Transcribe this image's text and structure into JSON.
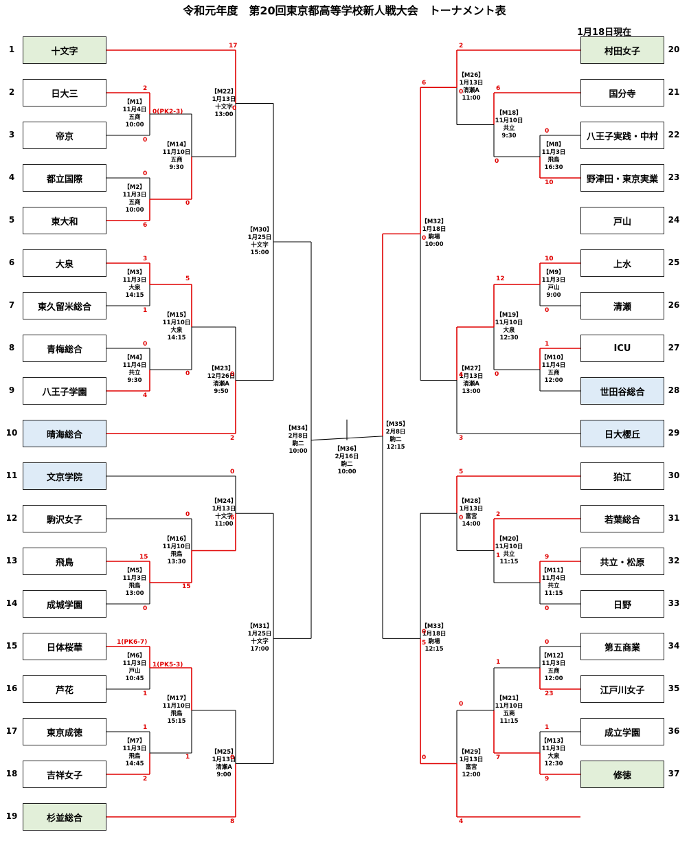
{
  "title": "令和元年度　第20回東京都高等学校新人戦大会　トーナメント表",
  "as_of": "1月18日現在",
  "left_teams": [
    {
      "no": "1",
      "name": "十文字",
      "color": "green"
    },
    {
      "no": "2",
      "name": "日大三",
      "color": ""
    },
    {
      "no": "3",
      "name": "帝京",
      "color": ""
    },
    {
      "no": "4",
      "name": "都立国際",
      "color": ""
    },
    {
      "no": "5",
      "name": "東大和",
      "color": ""
    },
    {
      "no": "6",
      "name": "大泉",
      "color": ""
    },
    {
      "no": "7",
      "name": "東久留米総合",
      "color": ""
    },
    {
      "no": "8",
      "name": "青梅総合",
      "color": ""
    },
    {
      "no": "9",
      "name": "八王子学園",
      "color": ""
    },
    {
      "no": "10",
      "name": "晴海総合",
      "color": "blue"
    },
    {
      "no": "11",
      "name": "文京学院",
      "color": "blue"
    },
    {
      "no": "12",
      "name": "駒沢女子",
      "color": ""
    },
    {
      "no": "13",
      "name": "飛鳥",
      "color": ""
    },
    {
      "no": "14",
      "name": "成城学園",
      "color": ""
    },
    {
      "no": "15",
      "name": "日体桜華",
      "color": ""
    },
    {
      "no": "16",
      "name": "芦花",
      "color": ""
    },
    {
      "no": "17",
      "name": "東京成徳",
      "color": ""
    },
    {
      "no": "18",
      "name": "吉祥女子",
      "color": ""
    },
    {
      "no": "19",
      "name": "杉並総合",
      "color": "green"
    }
  ],
  "right_teams": [
    {
      "no": "20",
      "name": "村田女子",
      "color": "green"
    },
    {
      "no": "21",
      "name": "国分寺",
      "color": ""
    },
    {
      "no": "22",
      "name": "八王子実践・中村",
      "color": ""
    },
    {
      "no": "23",
      "name": "野津田・東京実業",
      "color": ""
    },
    {
      "no": "24",
      "name": "戸山",
      "color": ""
    },
    {
      "no": "25",
      "name": "上水",
      "color": ""
    },
    {
      "no": "26",
      "name": "清瀬",
      "color": ""
    },
    {
      "no": "27",
      "name": "ICU",
      "color": ""
    },
    {
      "no": "28",
      "name": "世田谷総合",
      "color": "blue"
    },
    {
      "no": "29",
      "name": "日大櫻丘",
      "color": "blue"
    },
    {
      "no": "30",
      "name": "狛江",
      "color": ""
    },
    {
      "no": "31",
      "name": "若葉総合",
      "color": ""
    },
    {
      "no": "32",
      "name": "共立・松原",
      "color": ""
    },
    {
      "no": "33",
      "name": "日野",
      "color": ""
    },
    {
      "no": "34",
      "name": "第五商業",
      "color": ""
    },
    {
      "no": "35",
      "name": "江戸川女子",
      "color": ""
    },
    {
      "no": "36",
      "name": "成立学園",
      "color": ""
    },
    {
      "no": "37",
      "name": "修徳",
      "color": "green"
    }
  ],
  "matches": [
    {
      "id": "M1",
      "info": "【M1】\n11月4日\n五商\n10:00"
    },
    {
      "id": "M2",
      "info": "【M2】\n11月3日\n五商\n10:00"
    },
    {
      "id": "M3",
      "info": "【M3】\n11月3日\n大泉\n14:15"
    },
    {
      "id": "M4",
      "info": "【M4】\n11月4日\n共立\n9:30"
    },
    {
      "id": "M5",
      "info": "【M5】\n11月3日\n飛鳥\n13:00"
    },
    {
      "id": "M6",
      "info": "【M6】\n11月3日\n戸山\n10:45"
    },
    {
      "id": "M7",
      "info": "【M7】\n11月3日\n飛鳥\n14:45"
    },
    {
      "id": "M14",
      "info": "【M14】\n11月10日\n五商\n9:30"
    },
    {
      "id": "M15",
      "info": "【M15】\n11月10日\n大泉\n14:15"
    },
    {
      "id": "M16",
      "info": "【M16】\n11月10日\n飛鳥\n13:30"
    },
    {
      "id": "M17",
      "info": "【M17】\n11月10日\n飛鳥\n15:15"
    },
    {
      "id": "M22",
      "info": "【M22】\n1月13日\n十文字\n13:00"
    },
    {
      "id": "M23",
      "info": "【M23】\n12月26日\n清瀬A\n9:50"
    },
    {
      "id": "M24",
      "info": "【M24】\n1月13日\n十文字\n11:00"
    },
    {
      "id": "M25",
      "info": "【M25】\n1月13日\n清瀬A\n9:00"
    },
    {
      "id": "M30",
      "info": "【M30】\n1月25日\n十文字\n15:00"
    },
    {
      "id": "M31",
      "info": "【M31】\n1月25日\n十文字\n17:00"
    },
    {
      "id": "M34",
      "info": "【M34】\n2月8日\n駒二\n10:00"
    },
    {
      "id": "M36",
      "info": "【M36】\n2月16日\n駒二\n10:00"
    },
    {
      "id": "M35",
      "info": "【M35】\n2月8日\n駒二\n12:15"
    },
    {
      "id": "M32",
      "info": "【M32】\n1月18日\n駒場\n10:00"
    },
    {
      "id": "M33",
      "info": "【M33】\n1月18日\n駒場\n12:15"
    },
    {
      "id": "M26",
      "info": "【M26】\n1月13日\n清瀬A\n11:00"
    },
    {
      "id": "M27",
      "info": "【M27】\n1月13日\n清瀬A\n13:00"
    },
    {
      "id": "M28",
      "info": "【M28】\n1月13日\n富宮\n14:00"
    },
    {
      "id": "M29",
      "info": "【M29】\n1月13日\n富宮\n12:00"
    },
    {
      "id": "M18",
      "info": "【M18】\n11月10日\n共立\n9:30"
    },
    {
      "id": "M19",
      "info": "【M19】\n11月10日\n大泉\n12:30"
    },
    {
      "id": "M20",
      "info": "【M20】\n11月10日\n共立\n11:15"
    },
    {
      "id": "M21",
      "info": "【M21】\n11月10日\n五商\n11:15"
    },
    {
      "id": "M8",
      "info": "【M8】\n11月3日\n飛鳥\n16:30"
    },
    {
      "id": "M9",
      "info": "【M9】\n11月3日\n戸山\n9:00"
    },
    {
      "id": "M10",
      "info": "【M10】\n11月4日\n五商\n12:00"
    },
    {
      "id": "M11",
      "info": "【M11】\n11月4日\n共立\n11:15"
    },
    {
      "id": "M12",
      "info": "【M12】\n11月3日\n五商\n12:00"
    },
    {
      "id": "M13",
      "info": "【M13】\n11月3日\n大泉\n12:30"
    }
  ],
  "scores": [
    "17",
    "2",
    "0(PK2-3)",
    "0",
    "0",
    "0",
    "0",
    "6",
    "3",
    "5",
    "1",
    "0",
    "0",
    "0",
    "4",
    "2",
    "0",
    "0",
    "6",
    "15",
    "15",
    "0",
    "1(PK6-7)",
    "1(PK5-3)",
    "1",
    "0",
    "1",
    "1",
    "2",
    "8",
    "2",
    "6",
    "6",
    "0",
    "0",
    "0",
    "10",
    "10",
    "12",
    "10",
    "4",
    "0",
    "1",
    "0",
    "0",
    "3",
    "5",
    "0",
    "2",
    "9",
    "0",
    "0",
    "0",
    "1",
    "0",
    "1",
    "23",
    "0",
    "1",
    "7",
    "5",
    "9",
    "4"
  ],
  "colors": {
    "win": "#e00000",
    "line": "#000000",
    "green": "#e2efd9",
    "blue": "#deebf7"
  }
}
